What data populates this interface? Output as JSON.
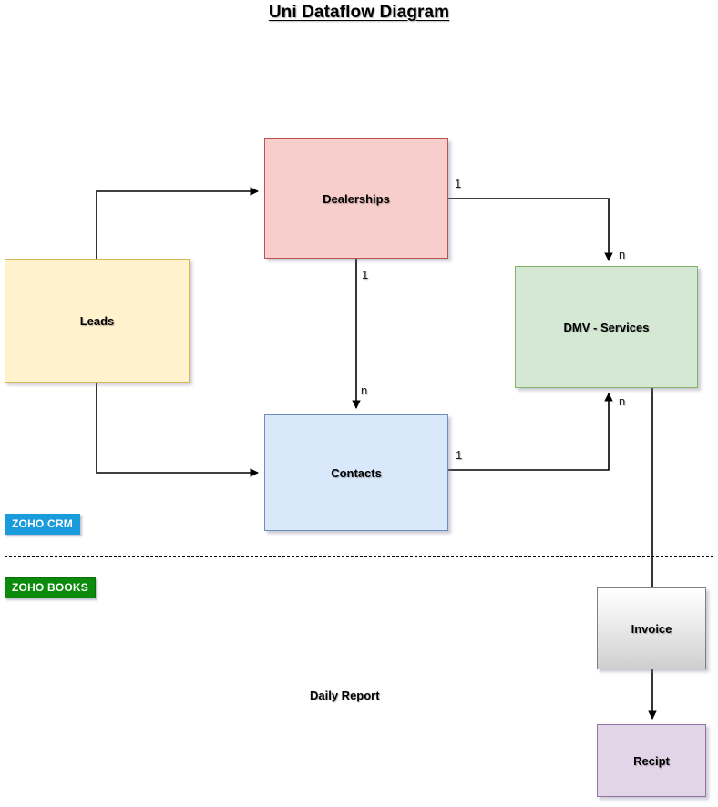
{
  "diagram": {
    "title": "Uni Dataflow Diagram",
    "nodes": [
      {
        "id": "leads",
        "label": "Leads"
      },
      {
        "id": "dealerships",
        "label": "Dealerships"
      },
      {
        "id": "dmv",
        "label": "DMV - Services"
      },
      {
        "id": "contacts",
        "label": "Contacts"
      },
      {
        "id": "invoice",
        "label": "Invoice"
      },
      {
        "id": "recipt",
        "label": "Recipt"
      }
    ],
    "free_labels": [
      {
        "id": "daily-report",
        "label": "Daily Report"
      }
    ],
    "swimlanes": [
      {
        "id": "zoho-crm",
        "label": "ZOHO CRM",
        "color": "#1a9bdc"
      },
      {
        "id": "zoho-books",
        "label": "ZOHO BOOKS",
        "color": "#0b8a0b"
      }
    ],
    "edges": [
      {
        "id": "leads-to-dealerships",
        "from": "leads",
        "to": "dealerships",
        "source_card": "",
        "target_card": "",
        "arrowhead": true
      },
      {
        "id": "leads-to-contacts",
        "from": "leads",
        "to": "contacts",
        "source_card": "",
        "target_card": "",
        "arrowhead": true
      },
      {
        "id": "dealerships-to-contacts",
        "from": "dealerships",
        "to": "contacts",
        "source_card": "1",
        "target_card": "n",
        "arrowhead": true
      },
      {
        "id": "dealerships-to-dmv",
        "from": "dealerships",
        "to": "dmv",
        "source_card": "1",
        "target_card": "n",
        "arrowhead": true
      },
      {
        "id": "contacts-to-dmv",
        "from": "contacts",
        "to": "dmv",
        "source_card": "1",
        "target_card": "n",
        "arrowhead": true
      },
      {
        "id": "dmv-to-invoice",
        "from": "dmv",
        "to": "invoice",
        "source_card": "",
        "target_card": "",
        "arrowhead": false
      },
      {
        "id": "invoice-to-recipt",
        "from": "invoice",
        "to": "recipt",
        "source_card": "",
        "target_card": "",
        "arrowhead": true
      }
    ],
    "cardinality_markers": [
      {
        "id": "card-dealerships-out-right",
        "text": "1"
      },
      {
        "id": "card-dmv-in-top",
        "text": "n"
      },
      {
        "id": "card-dealerships-out-bottom",
        "text": "1"
      },
      {
        "id": "card-contacts-in-top",
        "text": "n"
      },
      {
        "id": "card-contacts-out-right",
        "text": "1"
      },
      {
        "id": "card-dmv-in-bottom",
        "text": "n"
      }
    ],
    "colors": {
      "dealerships_fill": "#f8cecc",
      "dealerships_border": "#b85450",
      "leads_fill": "#fff2cc",
      "leads_border": "#d6b656",
      "dmv_fill": "#d5e8d4",
      "dmv_border": "#82b366",
      "contacts_fill": "#dae8fc",
      "contacts_border": "#6c8ebf",
      "recipt_fill": "#e1d5e7",
      "recipt_border": "#9673a6",
      "invoice_border": "#808080",
      "edge_stroke": "#000000"
    }
  }
}
